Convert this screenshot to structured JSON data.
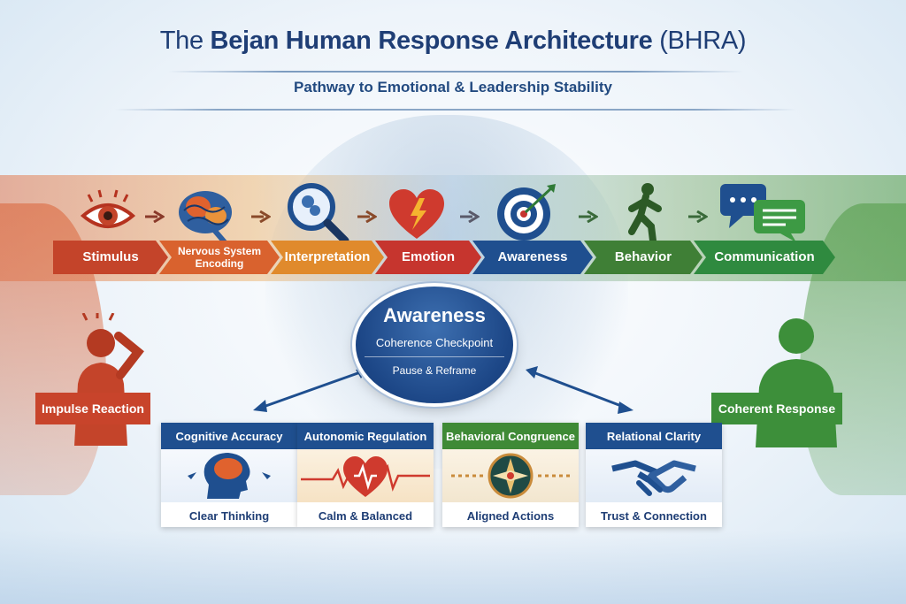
{
  "header": {
    "title_pre": "The ",
    "title_bold": "Bejan Human Response Architecture",
    "title_post": " (BHRA)",
    "subtitle": "Pathway to Emotional & Leadership Stability"
  },
  "pathway": [
    {
      "label": "Stimulus",
      "icon": "eye-icon",
      "color": "#c4442a"
    },
    {
      "label": "Nervous System Encoding",
      "icon": "brain-icon",
      "color": "#d9622e"
    },
    {
      "label": "Interpretation",
      "icon": "magnifier-icon",
      "color": "#e08a2c"
    },
    {
      "label": "Emotion",
      "icon": "heart-lightning-icon",
      "color": "#c6352e"
    },
    {
      "label": "Awareness",
      "icon": "target-icon",
      "color": "#1f4f8f"
    },
    {
      "label": "Behavior",
      "icon": "walking-person-icon",
      "color": "#3f7f36"
    },
    {
      "label": "Communication",
      "icon": "speech-bubbles-icon",
      "color": "#2f8a3f"
    }
  ],
  "center": {
    "title": "Awareness",
    "line1": "Coherence Checkpoint",
    "line2": "Pause & Reframe"
  },
  "side": {
    "left": "Impulse Reaction",
    "right": "Coherent Response",
    "left_color": "#c8442b",
    "right_color": "#3d8f3a"
  },
  "cards": [
    {
      "head": "Cognitive Accuracy",
      "foot": "Clear Thinking",
      "color": "#1f4f8f",
      "icon": "head-brain-icon"
    },
    {
      "head": "Autonomic Regulation",
      "foot": "Calm & Balanced",
      "color": "#d8772a",
      "icon": "heart-pulse-icon"
    },
    {
      "head": "Behavioral Congruence",
      "foot": "Aligned Actions",
      "color": "#3f8a36",
      "icon": "compass-icon"
    },
    {
      "head": "Relational Clarity",
      "foot": "Trust & Connection",
      "color": "#1f4f8f",
      "icon": "handshake-icon"
    }
  ]
}
